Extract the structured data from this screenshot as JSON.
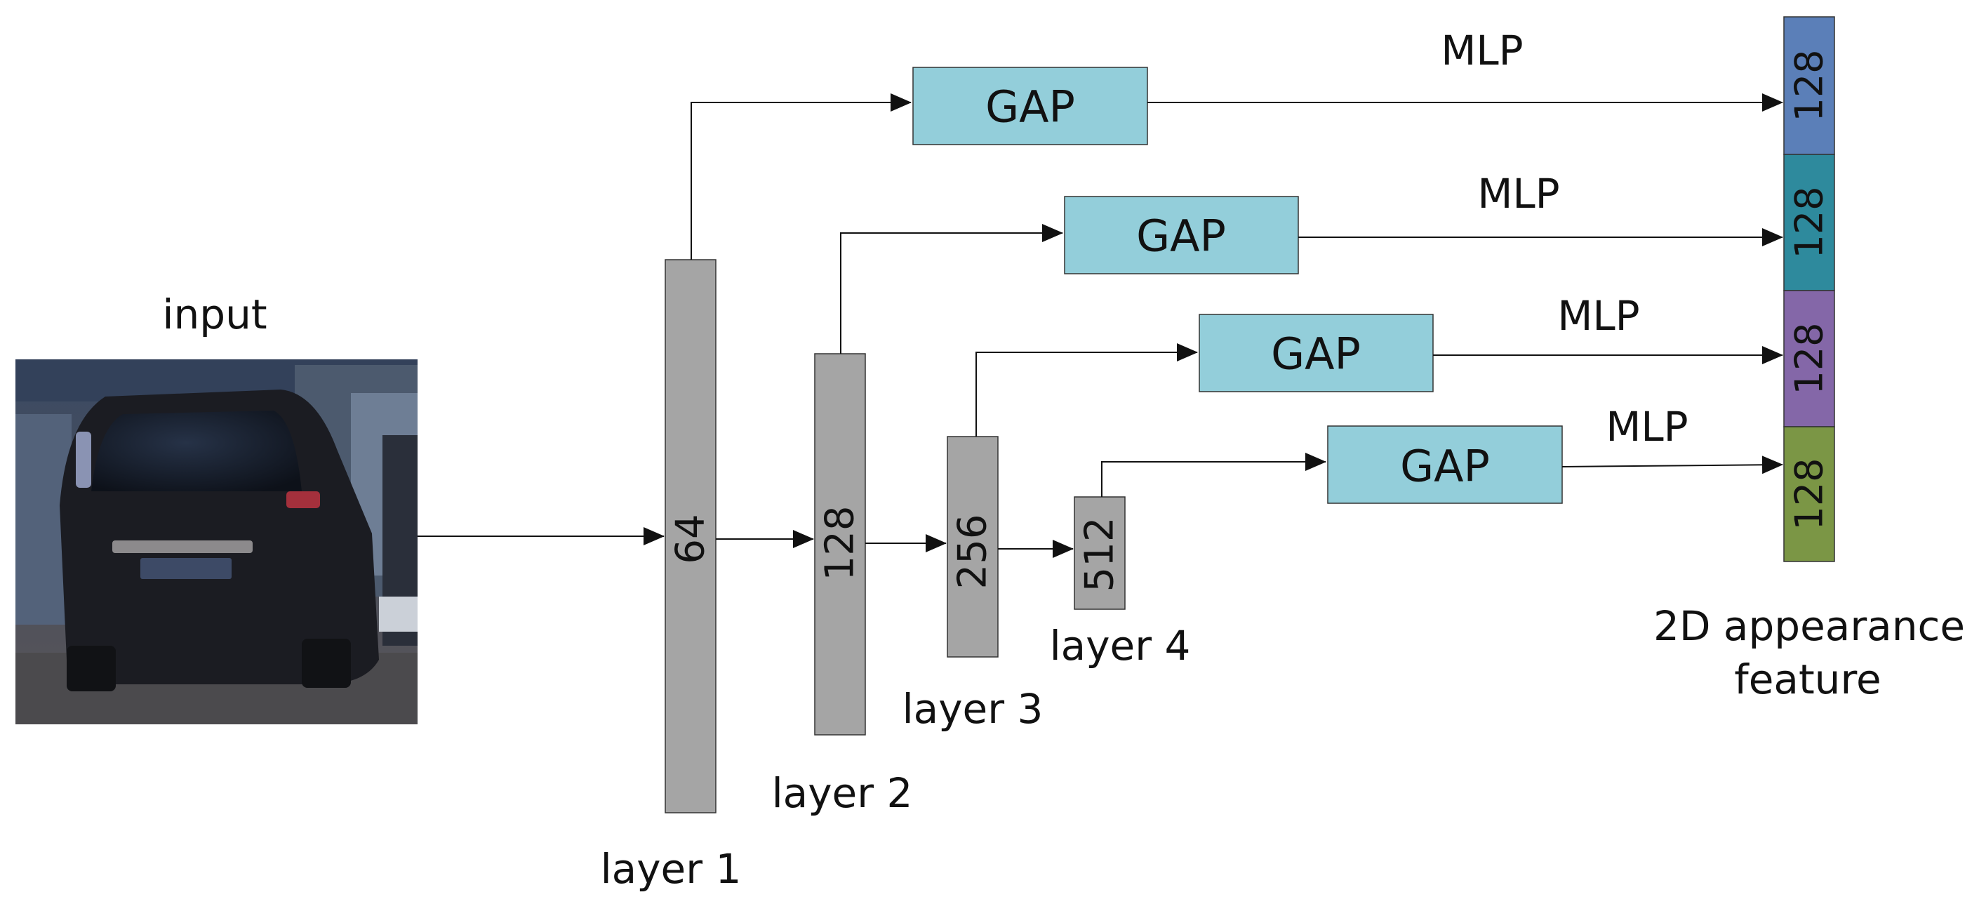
{
  "input": {
    "label": "input",
    "image_desc": "rear view of a dark car"
  },
  "layers": [
    {
      "id": "layer1",
      "channels": "64",
      "label": "layer 1"
    },
    {
      "id": "layer2",
      "channels": "128",
      "label": "layer 2"
    },
    {
      "id": "layer3",
      "channels": "256",
      "label": "layer 3"
    },
    {
      "id": "layer4",
      "channels": "512",
      "label": "layer 4"
    }
  ],
  "branches": [
    {
      "pool": "GAP",
      "head": "MLP",
      "dim": "128",
      "color": "#5b7fb8"
    },
    {
      "pool": "GAP",
      "head": "MLP",
      "dim": "128",
      "color": "#2e8a9d"
    },
    {
      "pool": "GAP",
      "head": "MLP",
      "dim": "128",
      "color": "#8467a8"
    },
    {
      "pool": "GAP",
      "head": "MLP",
      "dim": "128",
      "color": "#7b9645"
    }
  ],
  "output": {
    "label_line1": "2D appearance",
    "label_line2": "feature"
  },
  "colors": {
    "layer_fill": "#a5a5a5",
    "gap_fill": "#93ceda",
    "stroke": "#333333"
  }
}
